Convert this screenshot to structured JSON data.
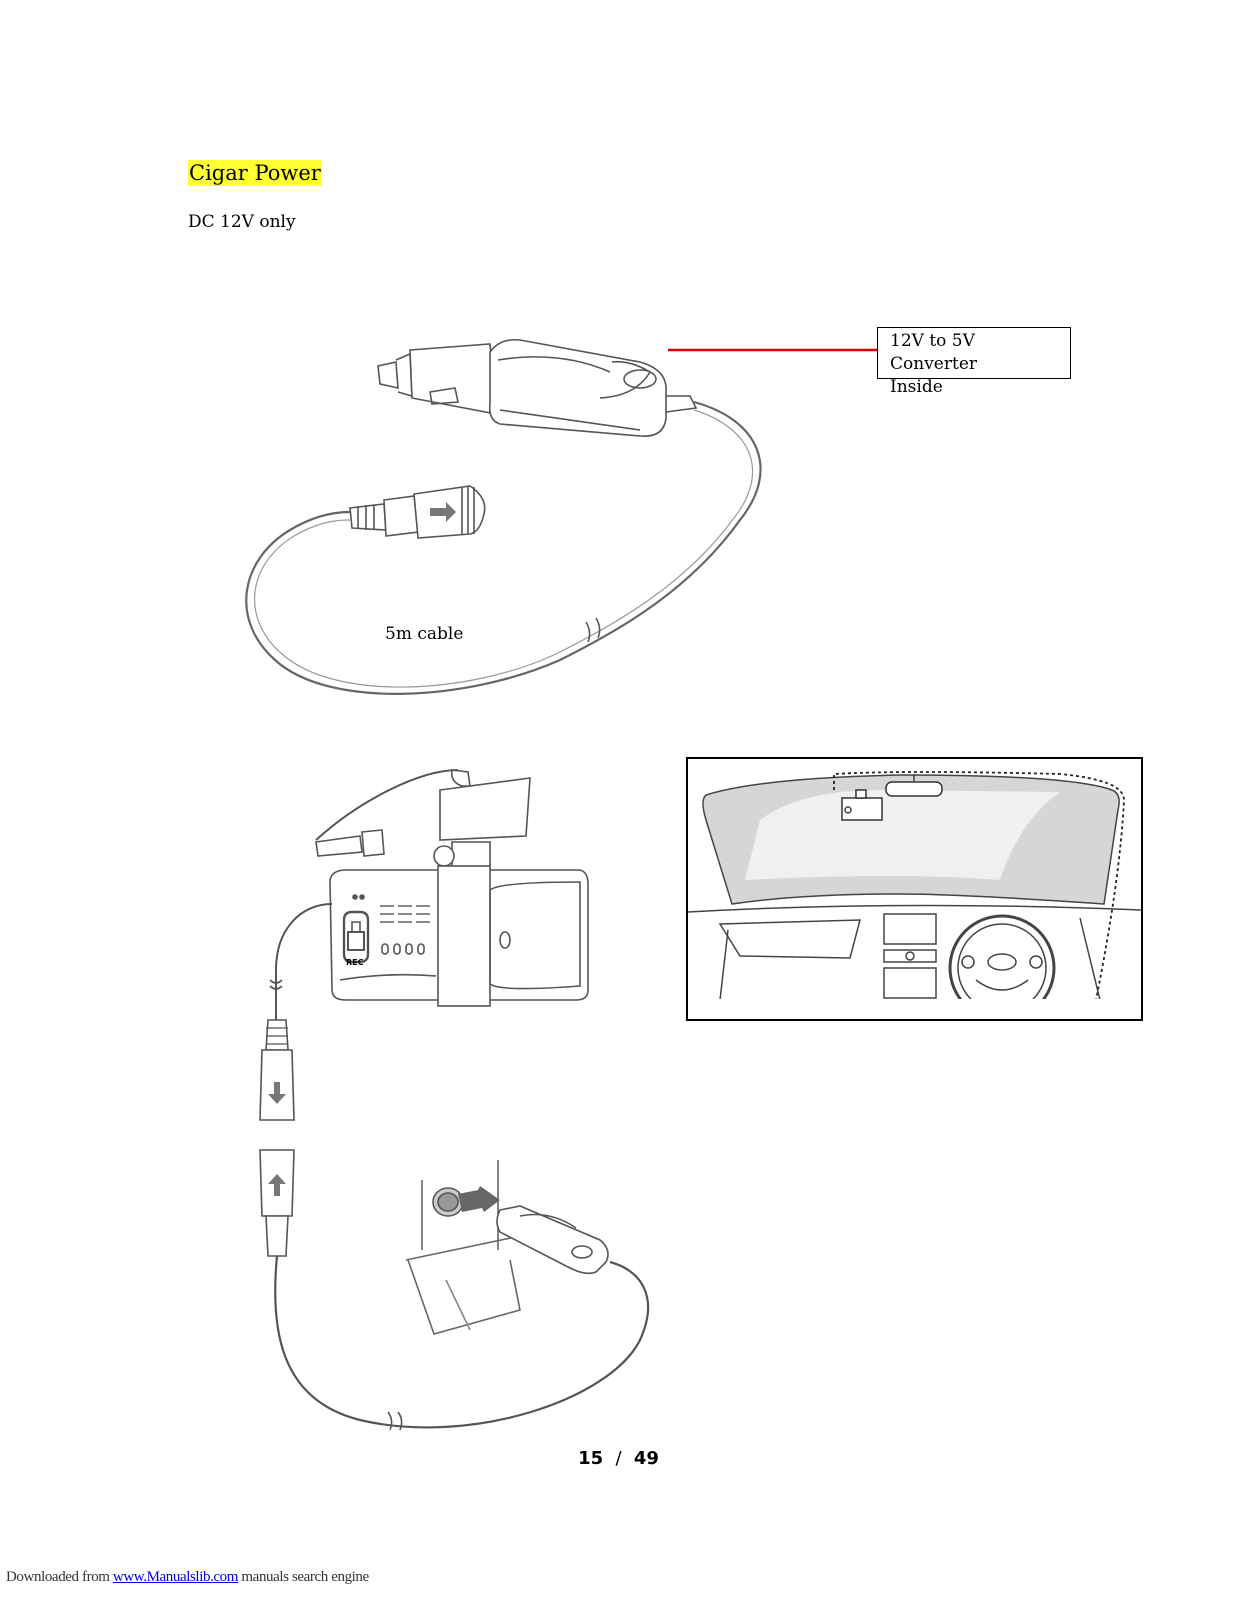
{
  "heading": "Cigar Power",
  "voltage_note": "DC 12V only",
  "callout": {
    "line1": "12V to 5V Converter",
    "line2": "Inside",
    "line_color": "#e00000"
  },
  "cable_label": "5m cable",
  "device_buttons": {
    "rec_label": "REC"
  },
  "page": {
    "current": "15",
    "separator": "/",
    "total": "49"
  },
  "footer": {
    "prefix": "Downloaded from ",
    "link_text": "www.Manualslib.com",
    "suffix": " manuals search engine"
  }
}
